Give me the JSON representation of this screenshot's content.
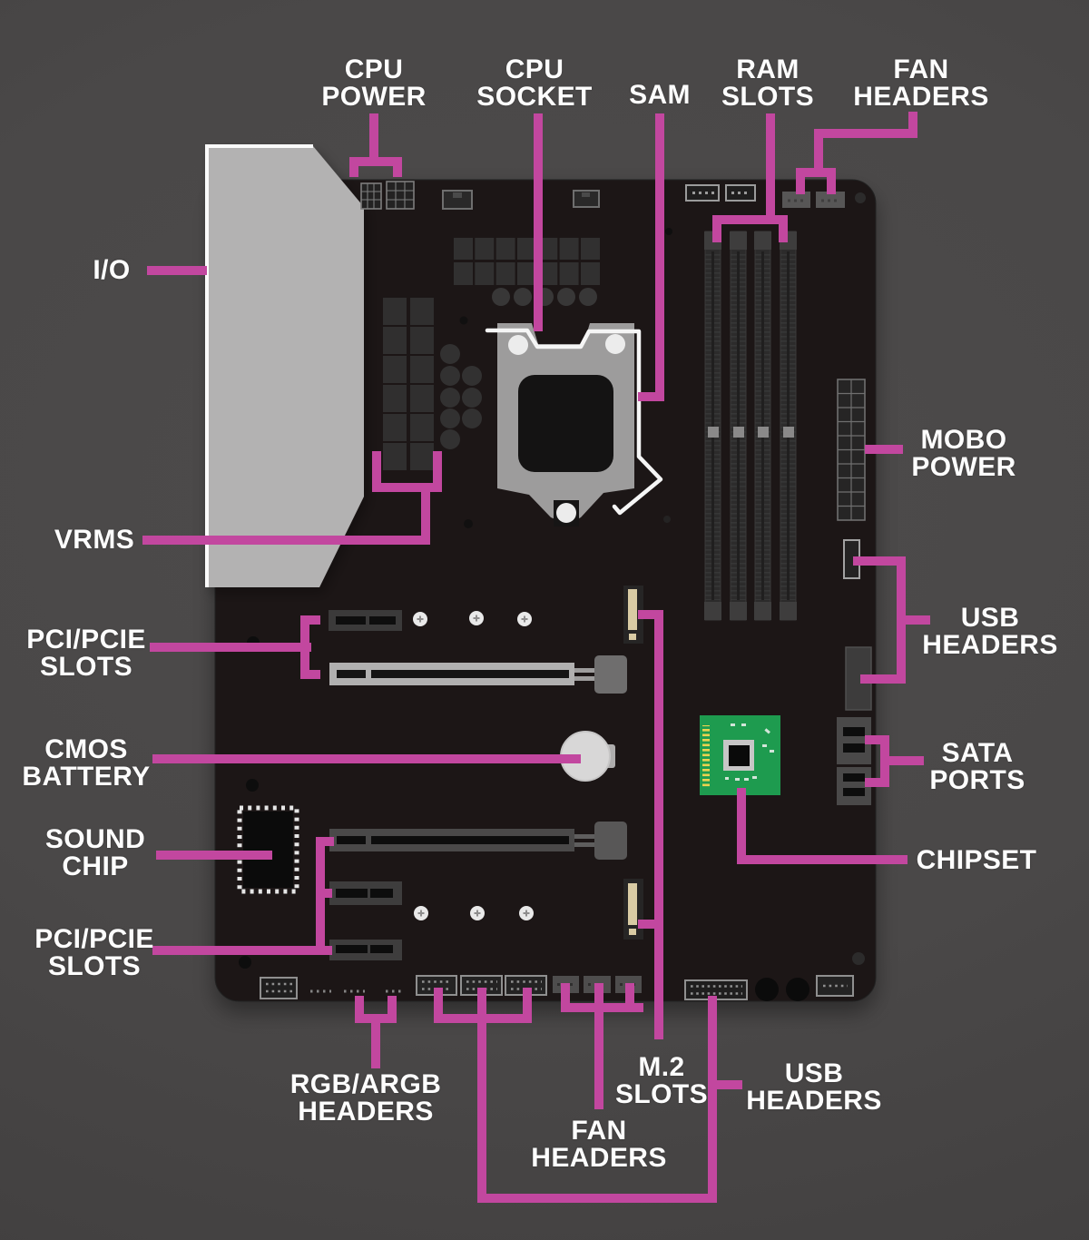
{
  "title": "Motherboard parts diagram",
  "colors": {
    "background": "#4a4848",
    "board": "#1a1919",
    "accent": "#c2479f",
    "io_shield": "#b3b2b2",
    "chipset_pcb": "#1e9b4f",
    "label_text": "#fdfdfd",
    "socket_metal": "#9d9c9c",
    "slot_light": "#b1b0b0",
    "m2_key": "#d9cba4",
    "screw_white": "#e9e9e9"
  },
  "labels": {
    "io": {
      "text": "I/O"
    },
    "cpu_power": {
      "text": "CPU\nPOWER"
    },
    "cpu_socket": {
      "text": "CPU\nSOCKET"
    },
    "sam": {
      "text": "SAM"
    },
    "ram_slots": {
      "text": "RAM\nSLOTS"
    },
    "fan_headers_top": {
      "text": "FAN\nHEADERS"
    },
    "mobo_power": {
      "text": "MOBO\nPOWER"
    },
    "vrms": {
      "text": "VRMS"
    },
    "usb_headers_right": {
      "text": "USB\nHEADERS"
    },
    "pci_pcie_slots_upper": {
      "text": "PCI/PCIE\nSLOTS"
    },
    "cmos_battery": {
      "text": "CMOS\nBATTERY"
    },
    "sata_ports": {
      "text": "SATA\nPORTS"
    },
    "sound_chip": {
      "text": "SOUND\nCHIP"
    },
    "chipset": {
      "text": "CHIPSET"
    },
    "pci_pcie_slots_lower": {
      "text": "PCI/PCIE\nSLOTS"
    },
    "rgb_argb_headers": {
      "text": "RGB/ARGB\nHEADERS"
    },
    "m2_slots": {
      "text": "M.2\nSLOTS"
    },
    "fan_headers_bottom": {
      "text": "FAN\nHEADERS"
    },
    "usb_headers_bottom": {
      "text": "USB\nHEADERS"
    }
  }
}
